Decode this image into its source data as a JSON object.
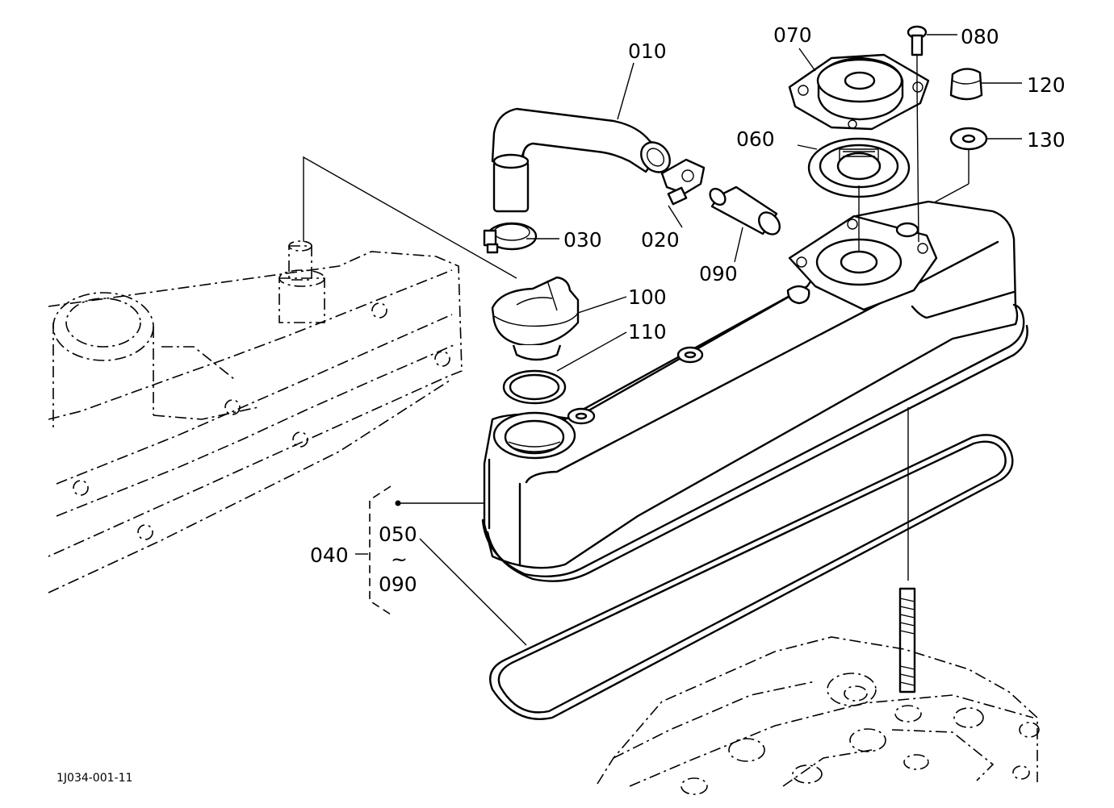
{
  "labels": {
    "p010": "010",
    "p020": "020",
    "p030": "030",
    "p040": "040",
    "p050": "050",
    "tilde": "~",
    "p090_range": "090",
    "p060": "060",
    "p070": "070",
    "p080": "080",
    "p090": "090",
    "p100": "100",
    "p110": "110",
    "p120": "120",
    "p130": "130"
  },
  "drawing_code": "1J034-001-11",
  "colors": {
    "line": "#000000",
    "background": "#ffffff"
  }
}
